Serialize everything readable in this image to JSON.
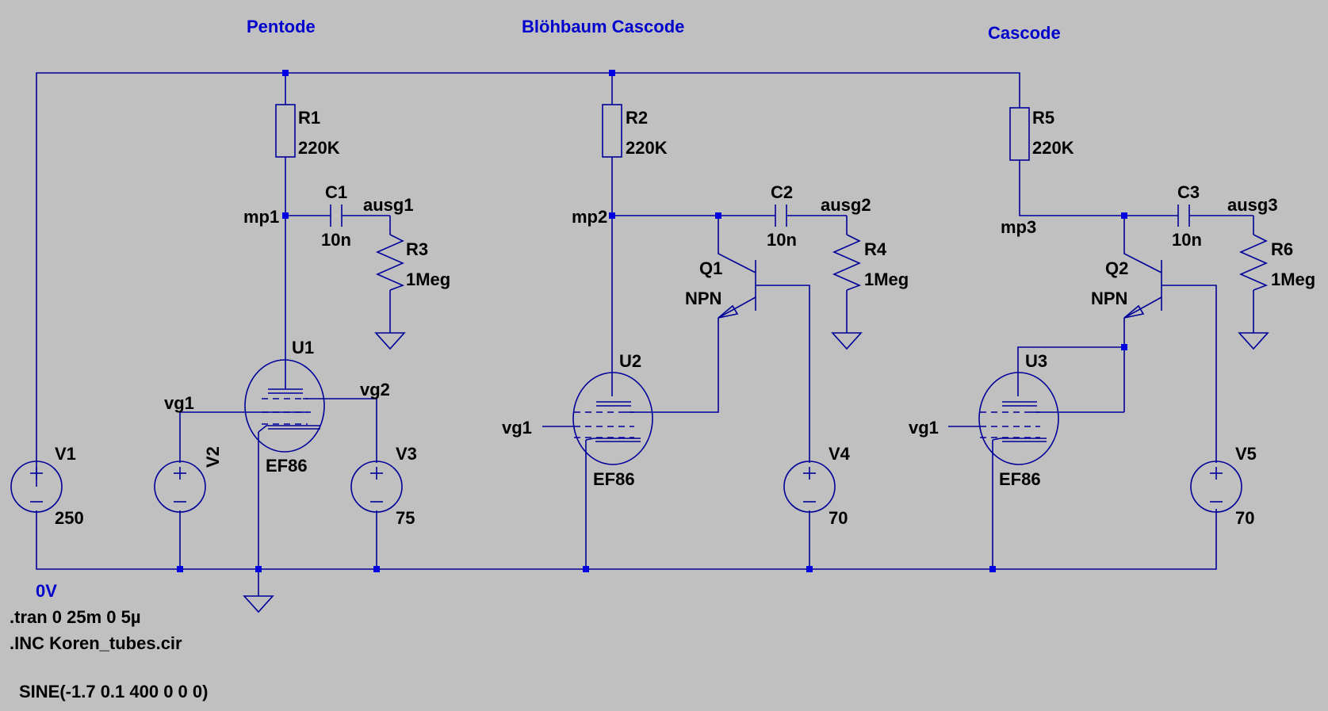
{
  "titles": {
    "pentode": "Pentode",
    "bloehbaum": "Blöhbaum Cascode",
    "cascode": "Cascode"
  },
  "resistors": {
    "r1": {
      "name": "R1",
      "value": "220K"
    },
    "r2": {
      "name": "R2",
      "value": "220K"
    },
    "r5": {
      "name": "R5",
      "value": "220K"
    },
    "r3": {
      "name": "R3",
      "value": "1Meg"
    },
    "r4": {
      "name": "R4",
      "value": "1Meg"
    },
    "r6": {
      "name": "R6",
      "value": "1Meg"
    }
  },
  "capacitors": {
    "c1": {
      "name": "C1",
      "value": "10n"
    },
    "c2": {
      "name": "C2",
      "value": "10n"
    },
    "c3": {
      "name": "C3",
      "value": "10n"
    }
  },
  "nets": {
    "mp1": "mp1",
    "mp2": "mp2",
    "mp3": "mp3",
    "ausg1": "ausg1",
    "ausg2": "ausg2",
    "ausg3": "ausg3",
    "vg1_a": "vg1",
    "vg1_b": "vg1",
    "vg1_c": "vg1",
    "vg2": "vg2"
  },
  "tubes": {
    "u1": {
      "name": "U1",
      "model": "EF86"
    },
    "u2": {
      "name": "U2",
      "model": "EF86"
    },
    "u3": {
      "name": "U3",
      "model": "EF86"
    }
  },
  "transistors": {
    "q1": {
      "name": "Q1",
      "type": "NPN"
    },
    "q2": {
      "name": "Q2",
      "type": "NPN"
    }
  },
  "sources": {
    "v1": {
      "name": "V1",
      "value": "250"
    },
    "v2": {
      "name": "V2"
    },
    "v3": {
      "name": "V3",
      "value": "75"
    },
    "v4": {
      "name": "V4",
      "value": "70"
    },
    "v5": {
      "name": "V5",
      "value": "70"
    }
  },
  "ground_label": "0V",
  "directives": {
    "tran": ".tran 0 25m 0 5µ",
    "inc": ".INC Koren_tubes.cir",
    "sine": "SINE(-1.7 0.1 400 0 0 0)"
  }
}
